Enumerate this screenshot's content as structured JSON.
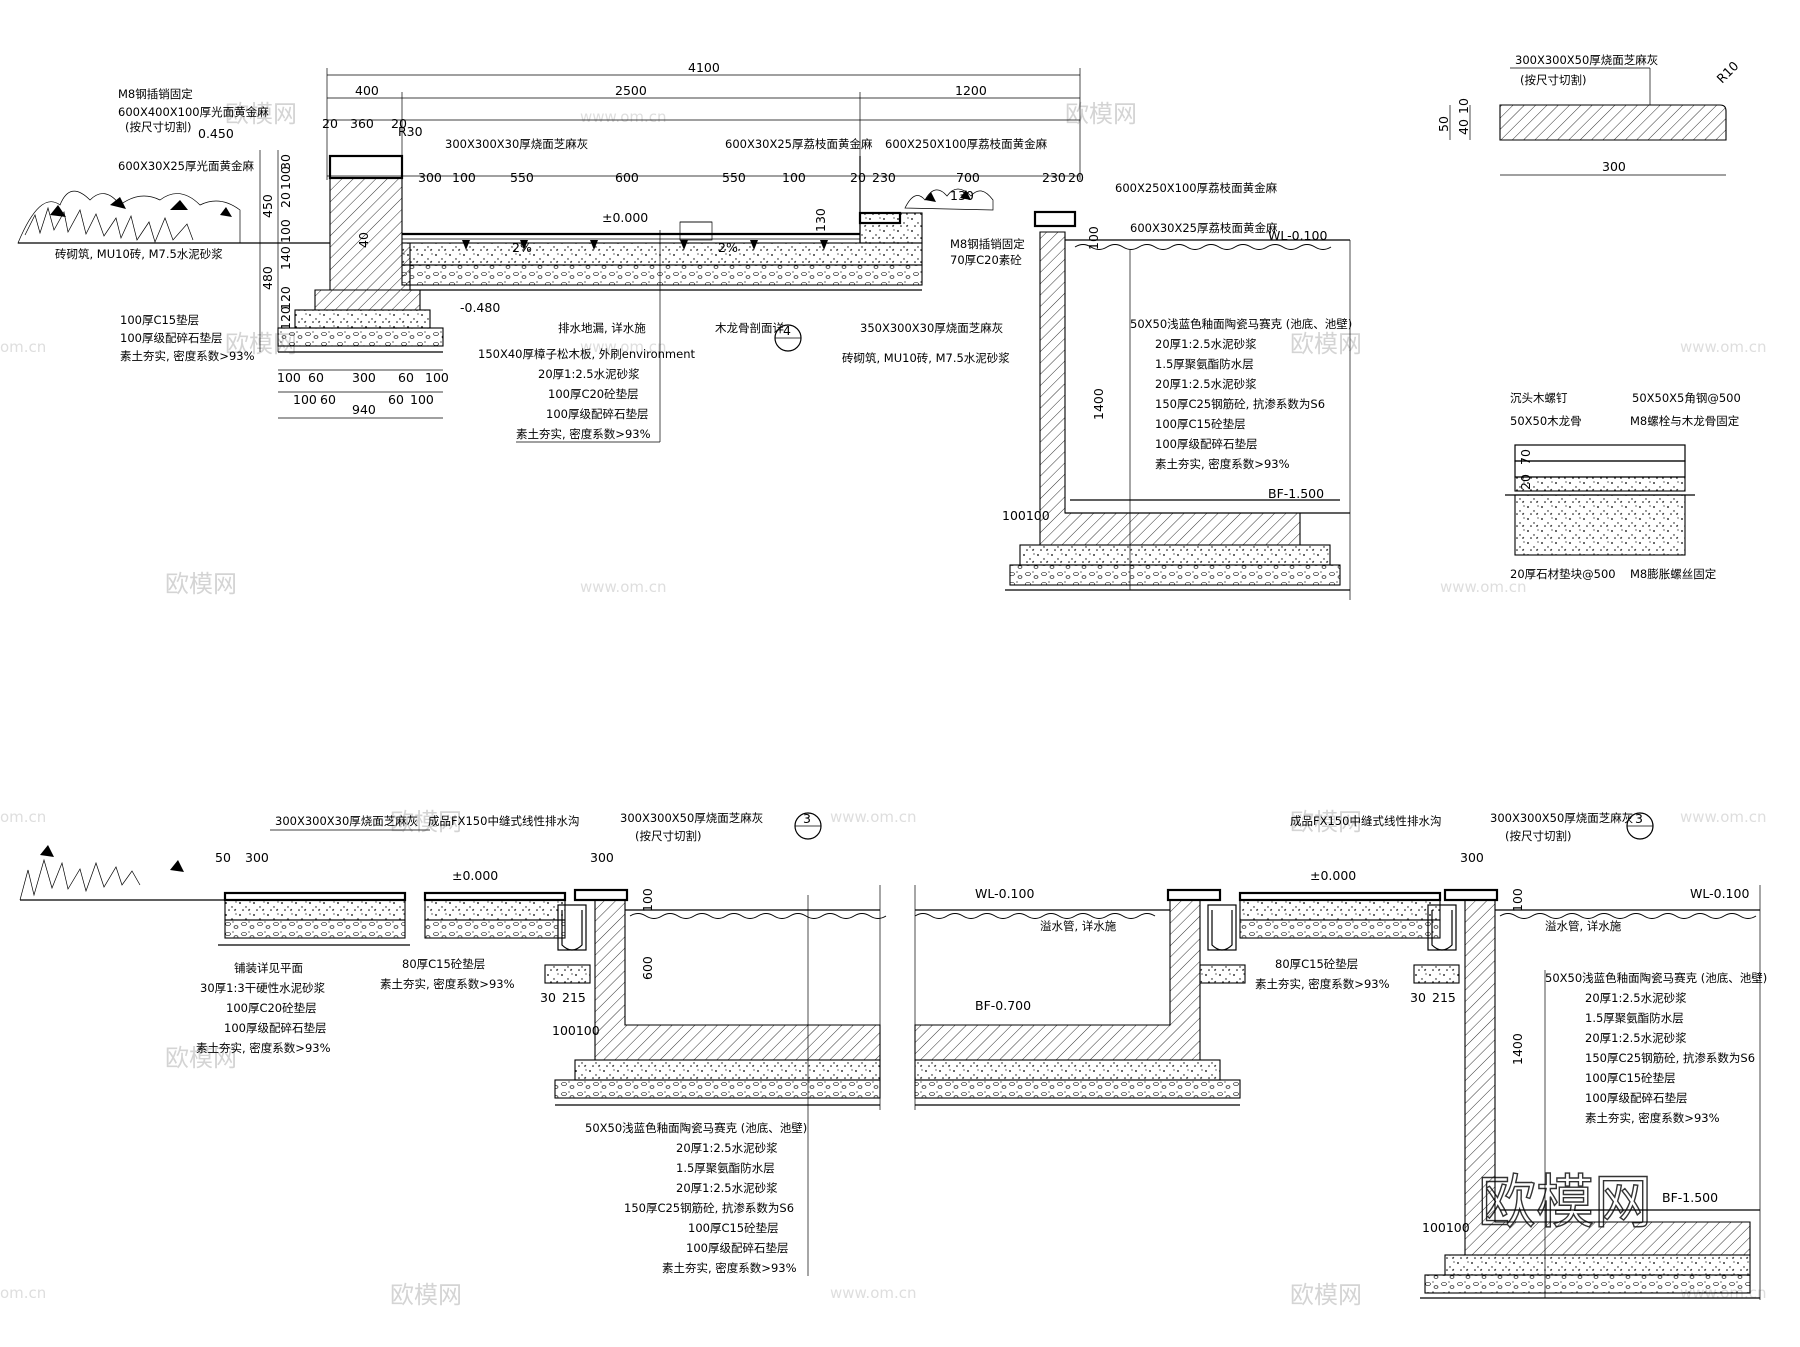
{
  "watermark": {
    "brand": "欧模网",
    "url": "www.om.cn",
    "url_short": "om.cn"
  },
  "section_a": {
    "dims_top": {
      "overall": "4100",
      "left": "400",
      "mid": "2500",
      "right": "1200"
    },
    "dims_sub": [
      "20",
      "360",
      "20",
      "300",
      "100",
      "550",
      "600",
      "550",
      "100",
      "20",
      "230",
      "700",
      "230",
      "20"
    ],
    "dims_left": [
      "30",
      "100",
      "20",
      "450",
      "480",
      "140",
      "100",
      "120",
      "120"
    ],
    "dims_bottom_1": [
      "100",
      "60",
      "300",
      "60",
      "100"
    ],
    "dims_bottom_2": [
      "100",
      "60",
      "60",
      "100"
    ],
    "dims_bottom_total": "940",
    "radius_label": "R30",
    "d40": "40",
    "d130": "130",
    "d130b": "130",
    "d100_10": "100",
    "d1400": "1400",
    "pit_100_100": "100100",
    "level_0450": "0.450",
    "level_000": "±0.000",
    "level_neg": "-0.480",
    "level_wl": "WL-0.100",
    "level_bf": "BF-1.500",
    "slope_1": "2%",
    "slope_2": "2%",
    "section_mark": "4",
    "notes_topleft": [
      "M8钢插销固定",
      "600X400X100厚光面黄金麻",
      "(按尺寸切割)",
      "600X30X25厚光面黄金麻"
    ],
    "note_wall": "砖砌筑, MU10砖, M7.5水泥砂浆",
    "notes_base": [
      "100厚C15垫层",
      "100厚级配碎石垫层",
      "素土夯实, 密度系数>93%"
    ],
    "note_deck_top": "300X300X30厚烧面芝麻灰",
    "note_coping_1": "600X30X25厚荔枝面黄金麻",
    "note_coping_2": "600X250X100厚荔枝面黄金麻",
    "notes_right_top": [
      "600X250X100厚荔枝面黄金麻",
      "600X30X25厚荔枝面黄金麻",
      "M8钢插销固定",
      "70厚C20素砼"
    ],
    "notes_center": [
      "排水地漏, 详水施",
      "150X40厚樟子松木板, 外刷environment",
      "20厚1:2.5水泥砂浆",
      "100厚C20砼垫层",
      "100厚级配碎石垫层",
      "素土夯实, 密度系数>93%"
    ],
    "note_keel": "木龙骨剖面详",
    "note_edge": "350X300X30厚烧面芝麻灰",
    "note_wall2": "砖砌筑, MU10砖, M7.5水泥砂浆",
    "notes_pool": [
      "50X50浅蓝色釉面陶瓷马赛克 (池底、池壁)",
      "20厚1:2.5水泥砂浆",
      "1.5厚聚氨酯防水层",
      "20厚1:2.5水泥砂浆",
      "150厚C25钢筋砼, 抗渗系数为S6",
      "100厚C15砼垫层",
      "100厚级配碎石垫层",
      "素土夯实, 密度系数>93%"
    ]
  },
  "detail_stone": {
    "title": "300X300X50厚烧面芝麻灰",
    "sub": "(按尺寸切割)",
    "r": "R10",
    "h": "50",
    "h1": "40",
    "h2": "10",
    "w": "300"
  },
  "detail_keel": {
    "labels": [
      "沉头木螺钉",
      "50X50X5角钢@500",
      "50X50木龙骨",
      "M8螺栓与木龙骨固定",
      "20厚石材垫块@500",
      "M8膨胀螺丝固定"
    ],
    "d20": "20",
    "d70": "70"
  },
  "section_b": {
    "note_paving": "300X300X30厚烧面芝麻灰",
    "d50": "50",
    "d300": "300",
    "d300b": "300",
    "note_drain": "成品FX150中缝式线性排水沟",
    "note_stone": "300X300X50厚烧面芝麻灰",
    "note_cut": "(按尺寸切割)",
    "mark": "3",
    "level_000": "±0.000",
    "d100": "100",
    "d600": "600",
    "notes_left": [
      "铺装详见平面",
      "30厚1:3干硬性水泥砂浆",
      "100厚C20砼垫层",
      "100厚级配碎石垫层",
      "素土夯实, 密度系数>93%"
    ],
    "notes_drain": [
      "80厚C15砼垫层",
      "素土夯实, 密度系数>93%"
    ],
    "d30": "30",
    "d215": "215",
    "pit_100_100": "100100",
    "notes_pool": [
      "50X50浅蓝色釉面陶瓷马赛克 (池底、池壁)",
      "20厚1:2.5水泥砂浆",
      "1.5厚聚氨酯防水层",
      "20厚1:2.5水泥砂浆",
      "150厚C25钢筋砼, 抗渗系数为S6",
      "100厚C15砼垫层",
      "100厚级配碎石垫层",
      "素土夯实, 密度系数>93%"
    ]
  },
  "section_c": {
    "level_wl": "WL-0.100",
    "level_bf": "BF-0.700",
    "note_overflow": "溢水管, 详水施"
  },
  "section_d": {
    "note_drain": "成品FX150中缝式线性排水沟",
    "note_stone": "300X300X50厚烧面芝麻灰",
    "note_cut": "(按尺寸切割)",
    "mark": "3",
    "level_000": "±0.000",
    "d300": "300",
    "d100": "100",
    "d1400": "1400",
    "level_wl": "WL-0.100",
    "level_bf": "BF-1.500",
    "note_overflow": "溢水管, 详水施",
    "notes_drain": [
      "80厚C15砼垫层",
      "素土夯实, 密度系数>93%"
    ],
    "d30": "30",
    "d215": "215",
    "pit_100_100": "100100",
    "notes_pool": [
      "50X50浅蓝色釉面陶瓷马赛克 (池底、池壁)",
      "20厚1:2.5水泥砂浆",
      "1.5厚聚氨酯防水层",
      "20厚1:2.5水泥砂浆",
      "150厚C25钢筋砼, 抗渗系数为S6",
      "100厚C15砼垫层",
      "100厚级配碎石垫层",
      "素土夯实, 密度系数>93%"
    ]
  }
}
